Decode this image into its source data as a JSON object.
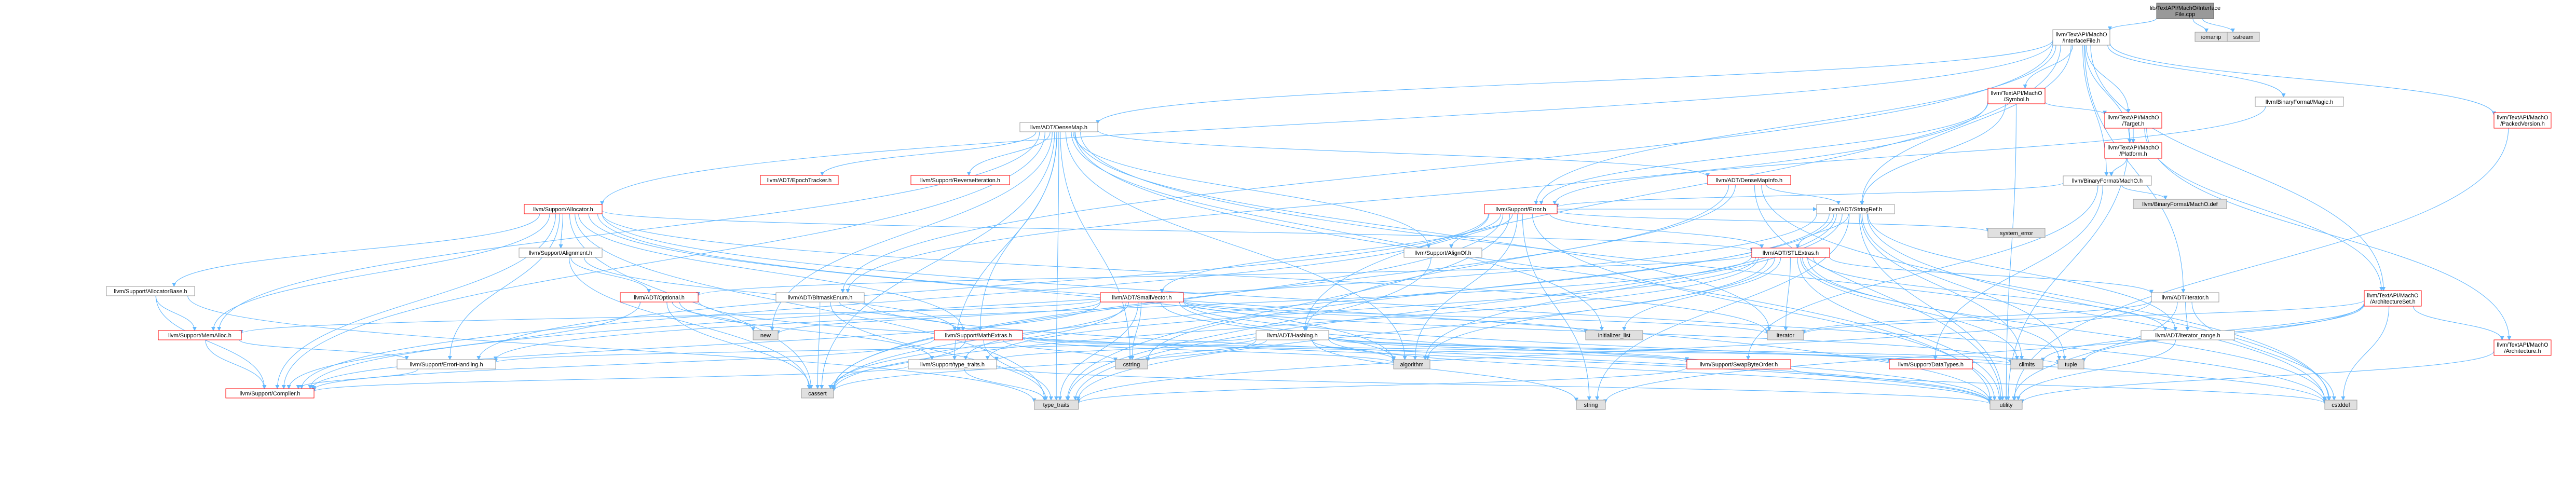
{
  "colors": {
    "edge": "#63b8ff",
    "node_fill": "#ffffff",
    "node_border_default": "#999999",
    "node_border_red": "#ff0000",
    "node_text": "#000000",
    "root_fill": "#999999",
    "system_fill": "#e0e0e0"
  },
  "nodes": [
    {
      "id": "root",
      "lines": [
        "lib/TextAPI/MachO/Interface",
        "File.cpp"
      ],
      "kind": "root"
    },
    {
      "id": "iomanip",
      "lines": [
        "iomanip"
      ],
      "kind": "system"
    },
    {
      "id": "sstream",
      "lines": [
        "sstream"
      ],
      "kind": "system"
    },
    {
      "id": "interfacefile",
      "lines": [
        "llvm/TextAPI/MachO",
        "/InterfaceFile.h"
      ],
      "kind": "default"
    },
    {
      "id": "symbol",
      "lines": [
        "llvm/TextAPI/MachO",
        "/Symbol.h"
      ],
      "kind": "red"
    },
    {
      "id": "magic",
      "lines": [
        "llvm/BinaryFormat/Magic.h"
      ],
      "kind": "default"
    },
    {
      "id": "packedversion",
      "lines": [
        "llvm/TextAPI/MachO",
        "/PackedVersion.h"
      ],
      "kind": "red"
    },
    {
      "id": "target",
      "lines": [
        "llvm/TextAPI/MachO",
        "/Target.h"
      ],
      "kind": "red"
    },
    {
      "id": "platform",
      "lines": [
        "llvm/TextAPI/MachO",
        "/Platform.h"
      ],
      "kind": "red"
    },
    {
      "id": "densemap",
      "lines": [
        "llvm/ADT/DenseMap.h"
      ],
      "kind": "default"
    },
    {
      "id": "machoh",
      "lines": [
        "llvm/BinaryFormat/MachO.h"
      ],
      "kind": "default"
    },
    {
      "id": "epochtracker",
      "lines": [
        "llvm/ADT/EpochTracker.h"
      ],
      "kind": "red"
    },
    {
      "id": "reverseiteration",
      "lines": [
        "llvm/Support/ReverseIteration.h"
      ],
      "kind": "red"
    },
    {
      "id": "densemapinfo",
      "lines": [
        "llvm/ADT/DenseMapInfo.h"
      ],
      "kind": "red"
    },
    {
      "id": "machodef",
      "lines": [
        "llvm/BinaryFormat/MachO.def"
      ],
      "kind": "system"
    },
    {
      "id": "allocator",
      "lines": [
        "llvm/Support/Allocator.h"
      ],
      "kind": "red"
    },
    {
      "id": "error",
      "lines": [
        "llvm/Support/Error.h"
      ],
      "kind": "red"
    },
    {
      "id": "stringref",
      "lines": [
        "llvm/ADT/StringRef.h"
      ],
      "kind": "default"
    },
    {
      "id": "systemerror",
      "lines": [
        "system_error"
      ],
      "kind": "system"
    },
    {
      "id": "alignment",
      "lines": [
        "llvm/Support/Alignment.h"
      ],
      "kind": "default"
    },
    {
      "id": "alignof",
      "lines": [
        "llvm/Support/AlignOf.h"
      ],
      "kind": "default"
    },
    {
      "id": "stlextras",
      "lines": [
        "llvm/ADT/STLExtras.h"
      ],
      "kind": "red"
    },
    {
      "id": "allocatorbase",
      "lines": [
        "llvm/Support/AllocatorBase.h"
      ],
      "kind": "default"
    },
    {
      "id": "optional",
      "lines": [
        "llvm/ADT/Optional.h"
      ],
      "kind": "red"
    },
    {
      "id": "bitmaskenum",
      "lines": [
        "llvm/ADT/BitmaskEnum.h"
      ],
      "kind": "default"
    },
    {
      "id": "smallvector",
      "lines": [
        "llvm/ADT/SmallVector.h"
      ],
      "kind": "red"
    },
    {
      "id": "iteratorh",
      "lines": [
        "llvm/ADT/iterator.h"
      ],
      "kind": "default"
    },
    {
      "id": "archset",
      "lines": [
        "llvm/TextAPI/MachO",
        "/ArchitectureSet.h"
      ],
      "kind": "red"
    },
    {
      "id": "memalloc",
      "lines": [
        "llvm/Support/MemAlloc.h"
      ],
      "kind": "red"
    },
    {
      "id": "mathextras",
      "lines": [
        "llvm/Support/MathExtras.h"
      ],
      "kind": "red"
    },
    {
      "id": "hashing",
      "lines": [
        "llvm/ADT/Hashing.h"
      ],
      "kind": "default"
    },
    {
      "id": "new",
      "lines": [
        "new"
      ],
      "kind": "system"
    },
    {
      "id": "initlist",
      "lines": [
        "initializer_list"
      ],
      "kind": "system"
    },
    {
      "id": "iterator",
      "lines": [
        "iterator"
      ],
      "kind": "system"
    },
    {
      "id": "iterrange",
      "lines": [
        "llvm/ADT/iterator_range.h"
      ],
      "kind": "default"
    },
    {
      "id": "architecture",
      "lines": [
        "llvm/TextAPI/MachO",
        "/Architecture.h"
      ],
      "kind": "red"
    },
    {
      "id": "errorhandling",
      "lines": [
        "llvm/Support/ErrorHandling.h"
      ],
      "kind": "default"
    },
    {
      "id": "typetraits",
      "lines": [
        "llvm/Support/type_traits.h"
      ],
      "kind": "default"
    },
    {
      "id": "cstring",
      "lines": [
        "cstring"
      ],
      "kind": "system"
    },
    {
      "id": "algorithm",
      "lines": [
        "algorithm"
      ],
      "kind": "system"
    },
    {
      "id": "swapbyteorder",
      "lines": [
        "llvm/Support/SwapByteOrder.h"
      ],
      "kind": "red"
    },
    {
      "id": "datatypes",
      "lines": [
        "llvm/Support/DataTypes.h"
      ],
      "kind": "red"
    },
    {
      "id": "climits",
      "lines": [
        "climits"
      ],
      "kind": "system"
    },
    {
      "id": "tuple",
      "lines": [
        "tuple"
      ],
      "kind": "system"
    },
    {
      "id": "compiler",
      "lines": [
        "llvm/Support/Compiler.h"
      ],
      "kind": "red"
    },
    {
      "id": "cassert",
      "lines": [
        "cassert"
      ],
      "kind": "system"
    },
    {
      "id": "type_traits",
      "lines": [
        "type_traits"
      ],
      "kind": "system"
    },
    {
      "id": "string",
      "lines": [
        "string"
      ],
      "kind": "system"
    },
    {
      "id": "utility",
      "lines": [
        "utility"
      ],
      "kind": "system"
    },
    {
      "id": "cstddef",
      "lines": [
        "cstddef"
      ],
      "kind": "system"
    }
  ],
  "edges": [
    [
      "root",
      "iomanip"
    ],
    [
      "root",
      "sstream"
    ],
    [
      "root",
      "interfacefile"
    ],
    [
      "interfacefile",
      "symbol"
    ],
    [
      "interfacefile",
      "magic"
    ],
    [
      "interfacefile",
      "packedversion"
    ],
    [
      "interfacefile",
      "target"
    ],
    [
      "interfacefile",
      "platform"
    ],
    [
      "interfacefile",
      "densemap"
    ],
    [
      "interfacefile",
      "machoh"
    ],
    [
      "interfacefile",
      "error"
    ],
    [
      "interfacefile",
      "stringref"
    ],
    [
      "interfacefile",
      "archset"
    ],
    [
      "interfacefile",
      "hashing"
    ],
    [
      "interfacefile",
      "allocator"
    ],
    [
      "interfacefile",
      "bitmaskenum"
    ],
    [
      "interfacefile",
      "iteratorh"
    ],
    [
      "symbol",
      "target"
    ],
    [
      "symbol",
      "stringref"
    ],
    [
      "symbol",
      "error"
    ],
    [
      "symbol",
      "bitmaskenum"
    ],
    [
      "symbol",
      "utility"
    ],
    [
      "target",
      "platform"
    ],
    [
      "target",
      "archset"
    ],
    [
      "target",
      "architecture"
    ],
    [
      "target",
      "utility"
    ],
    [
      "platform",
      "machoh"
    ],
    [
      "machoh",
      "machodef"
    ],
    [
      "machoh",
      "error"
    ],
    [
      "machoh",
      "swapbyteorder"
    ],
    [
      "machoh",
      "datatypes"
    ],
    [
      "densemap",
      "epochtracker"
    ],
    [
      "densemap",
      "reverseiteration"
    ],
    [
      "densemap",
      "densemapinfo"
    ],
    [
      "densemap",
      "alignof"
    ],
    [
      "densemap",
      "compiler"
    ],
    [
      "densemap",
      "mathextras"
    ],
    [
      "densemap",
      "memalloc"
    ],
    [
      "densemap",
      "algorithm"
    ],
    [
      "densemap",
      "cassert"
    ],
    [
      "densemap",
      "cstddef"
    ],
    [
      "densemap",
      "cstring"
    ],
    [
      "densemap",
      "initlist"
    ],
    [
      "densemap",
      "iterator"
    ],
    [
      "densemap",
      "new"
    ],
    [
      "densemap",
      "type_traits"
    ],
    [
      "densemap",
      "utility"
    ],
    [
      "densemap",
      "typetraits"
    ],
    [
      "densemapinfo",
      "hashing"
    ],
    [
      "densemapinfo",
      "stringref"
    ],
    [
      "densemapinfo",
      "cassert"
    ],
    [
      "densemapinfo",
      "cstddef"
    ],
    [
      "densemapinfo",
      "utility"
    ],
    [
      "allocator",
      "alignment"
    ],
    [
      "allocator",
      "allocatorbase"
    ],
    [
      "allocator",
      "compiler"
    ],
    [
      "allocator",
      "mathextras"
    ],
    [
      "allocator",
      "algorithm"
    ],
    [
      "allocator",
      "cassert"
    ],
    [
      "allocator",
      "cstddef"
    ],
    [
      "allocator",
      "cstdint"
    ],
    [
      "allocator",
      "iterator"
    ],
    [
      "allocator",
      "type_traits"
    ],
    [
      "allocator",
      "utility"
    ],
    [
      "allocator",
      "memalloc"
    ],
    [
      "allocator",
      "stlextras"
    ],
    [
      "allocator",
      "errorhandling"
    ],
    [
      "error",
      "stringref"
    ],
    [
      "error",
      "stlextras"
    ],
    [
      "error",
      "smallvector"
    ],
    [
      "error",
      "alignof"
    ],
    [
      "error",
      "compiler"
    ],
    [
      "error",
      "errorhandling"
    ],
    [
      "error",
      "systemerror"
    ],
    [
      "error",
      "utility"
    ],
    [
      "error",
      "algorithm"
    ],
    [
      "error",
      "cassert"
    ],
    [
      "error",
      "string"
    ],
    [
      "error",
      "type_traits"
    ],
    [
      "stringref",
      "stlextras"
    ],
    [
      "stringref",
      "iterrange"
    ],
    [
      "stringref",
      "compiler"
    ],
    [
      "stringref",
      "algorithm"
    ],
    [
      "stringref",
      "cassert"
    ],
    [
      "stringref",
      "cstddef"
    ],
    [
      "stringref",
      "cstring"
    ],
    [
      "stringref",
      "climits"
    ],
    [
      "stringref",
      "string"
    ],
    [
      "stringref",
      "type_traits"
    ],
    [
      "stringref",
      "utility"
    ],
    [
      "stringref",
      "tuple"
    ],
    [
      "alignment",
      "mathextras"
    ],
    [
      "alignment",
      "optional"
    ],
    [
      "alignment",
      "cassert"
    ],
    [
      "alignof",
      "type_traits"
    ],
    [
      "stlextras",
      "optional"
    ],
    [
      "stlextras",
      "iteratorh"
    ],
    [
      "stlextras",
      "iterrange"
    ],
    [
      "stlextras",
      "errorhandling"
    ],
    [
      "stlextras",
      "algorithm"
    ],
    [
      "stlextras",
      "cassert"
    ],
    [
      "stlextras",
      "cstddef"
    ],
    [
      "stlextras",
      "climits"
    ],
    [
      "stlextras",
      "initlist"
    ],
    [
      "stlextras",
      "iterator"
    ],
    [
      "stlextras",
      "tuple"
    ],
    [
      "stlextras",
      "type_traits"
    ],
    [
      "stlextras",
      "utility"
    ],
    [
      "stlextras",
      "typetraits"
    ],
    [
      "allocatorbase",
      "compiler"
    ],
    [
      "allocatorbase",
      "memalloc"
    ],
    [
      "allocatorbase",
      "type_traits"
    ],
    [
      "optional",
      "compiler"
    ],
    [
      "optional",
      "typetraits"
    ],
    [
      "optional",
      "cassert"
    ],
    [
      "optional",
      "new"
    ],
    [
      "optional",
      "utility"
    ],
    [
      "bitmaskenum",
      "mathextras"
    ],
    [
      "bitmaskenum",
      "cassert"
    ],
    [
      "bitmaskenum",
      "type_traits"
    ],
    [
      "bitmaskenum",
      "utility"
    ],
    [
      "smallvector",
      "compiler"
    ],
    [
      "smallvector",
      "typetraits"
    ],
    [
      "smallvector",
      "algorithm"
    ],
    [
      "smallvector",
      "cassert"
    ],
    [
      "smallvector",
      "cstddef"
    ],
    [
      "smallvector",
      "cstring"
    ],
    [
      "smallvector",
      "initlist"
    ],
    [
      "smallvector",
      "iterator"
    ],
    [
      "smallvector",
      "climits"
    ],
    [
      "smallvector",
      "new"
    ],
    [
      "smallvector",
      "type_traits"
    ],
    [
      "smallvector",
      "utility"
    ],
    [
      "smallvector",
      "memalloc"
    ],
    [
      "iteratorh",
      "iterrange"
    ],
    [
      "iteratorh",
      "cstddef"
    ],
    [
      "iteratorh",
      "iterator"
    ],
    [
      "iteratorh",
      "type_traits"
    ],
    [
      "iteratorh",
      "utility"
    ],
    [
      "archset",
      "architecture"
    ],
    [
      "archset",
      "cstddef"
    ],
    [
      "archset",
      "iterator"
    ],
    [
      "archset",
      "climits"
    ],
    [
      "archset",
      "string"
    ],
    [
      "archset",
      "tuple"
    ],
    [
      "archset",
      "vector"
    ],
    [
      "memalloc",
      "compiler"
    ],
    [
      "memalloc",
      "errorhandling"
    ],
    [
      "mathextras",
      "compiler"
    ],
    [
      "mathextras",
      "algorithm"
    ],
    [
      "mathextras",
      "cassert"
    ],
    [
      "mathextras",
      "climits"
    ],
    [
      "mathextras",
      "cstring"
    ],
    [
      "mathextras",
      "type_traits"
    ],
    [
      "mathextras",
      "swapbyteorder"
    ],
    [
      "hashing",
      "errorhandling"
    ],
    [
      "hashing",
      "swapbyteorder"
    ],
    [
      "hashing",
      "typetraits"
    ],
    [
      "hashing",
      "datatypes"
    ],
    [
      "hashing",
      "algorithm"
    ],
    [
      "hashing",
      "cassert"
    ],
    [
      "hashing",
      "cstring"
    ],
    [
      "hashing",
      "string"
    ],
    [
      "hashing",
      "tuple"
    ],
    [
      "hashing",
      "utility"
    ],
    [
      "iterrange",
      "utility"
    ],
    [
      "architecture",
      "utility"
    ],
    [
      "errorhandling",
      "compiler"
    ],
    [
      "typetraits",
      "compiler"
    ],
    [
      "typetraits",
      "type_traits"
    ],
    [
      "typetraits",
      "utility"
    ],
    [
      "swapbyteorder",
      "cstddef"
    ],
    [
      "swapbyteorder",
      "type_traits"
    ],
    [
      "packedversion",
      "utility"
    ],
    [
      "magic",
      "error"
    ]
  ]
}
